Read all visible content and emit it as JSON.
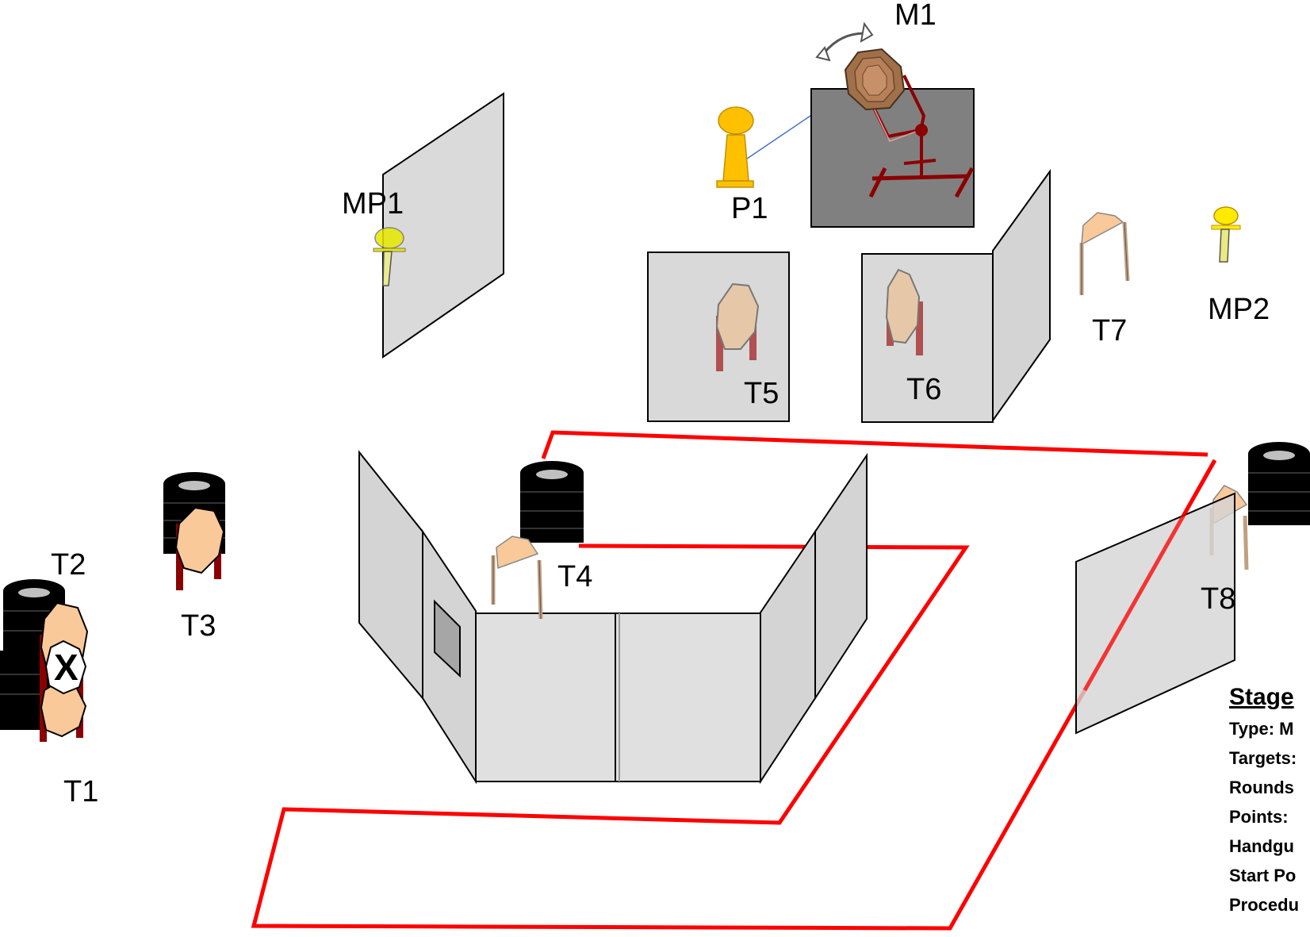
{
  "labels": {
    "m1": "M1",
    "mp1": "MP1",
    "p1": "P1",
    "mp2": "MP2",
    "t1": "T1",
    "t2": "T2",
    "t3": "T3",
    "t4": "T4",
    "t5": "T5",
    "t6": "T6",
    "t7": "T7",
    "t8": "T8",
    "no_shoot_mark": "X"
  },
  "info": {
    "title": "Stage",
    "rows": [
      "Type: M",
      "Targets:",
      "Rounds",
      "Points:",
      "Handgu",
      "Start Po",
      "Procedu"
    ]
  },
  "colors": {
    "fault_line": "#ff0000",
    "wall": "#d4d4d4",
    "target_cardboard": "#f9c99a",
    "popper": "#ffc000",
    "mini_popper": "#e8e800",
    "barrel": "#000000",
    "stand_post": "#8b0000",
    "mover_backing": "#808080"
  }
}
